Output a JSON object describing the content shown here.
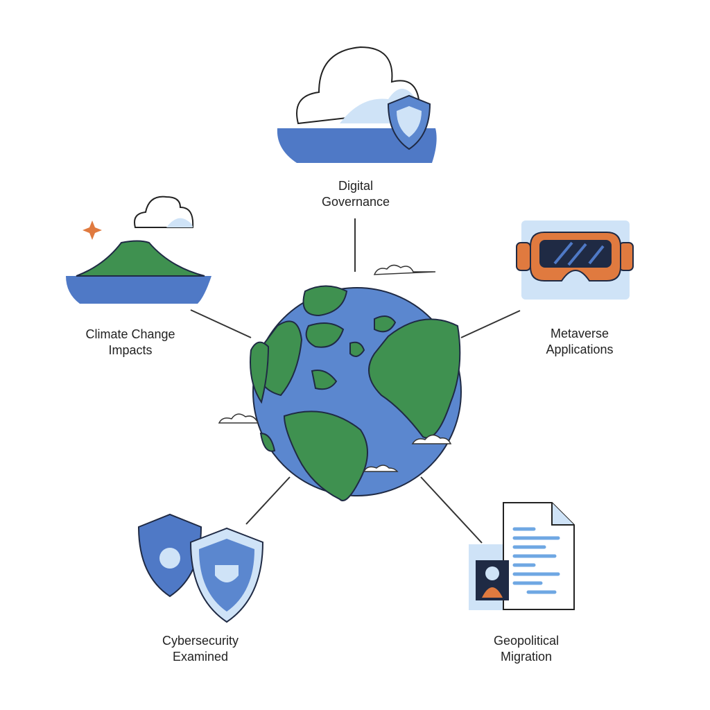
{
  "diagram": {
    "center": "globe",
    "nodes": [
      {
        "id": "digital",
        "line1": "Digital",
        "line2": "Governance"
      },
      {
        "id": "climate",
        "line1": "Climate Change",
        "line2": "Impacts"
      },
      {
        "id": "metaverse",
        "line1": "Metaverse",
        "line2": "Applications"
      },
      {
        "id": "cyber",
        "line1": "Cybersecurity",
        "line2": "Examined"
      },
      {
        "id": "geo",
        "line1": "Geopolitical",
        "line2": "Migration"
      }
    ],
    "colors": {
      "ocean": "#5b87cf",
      "land": "#3f9150",
      "line": "#333333",
      "accent": "#e07a3f",
      "light_blue": "#cfe3f7"
    }
  }
}
